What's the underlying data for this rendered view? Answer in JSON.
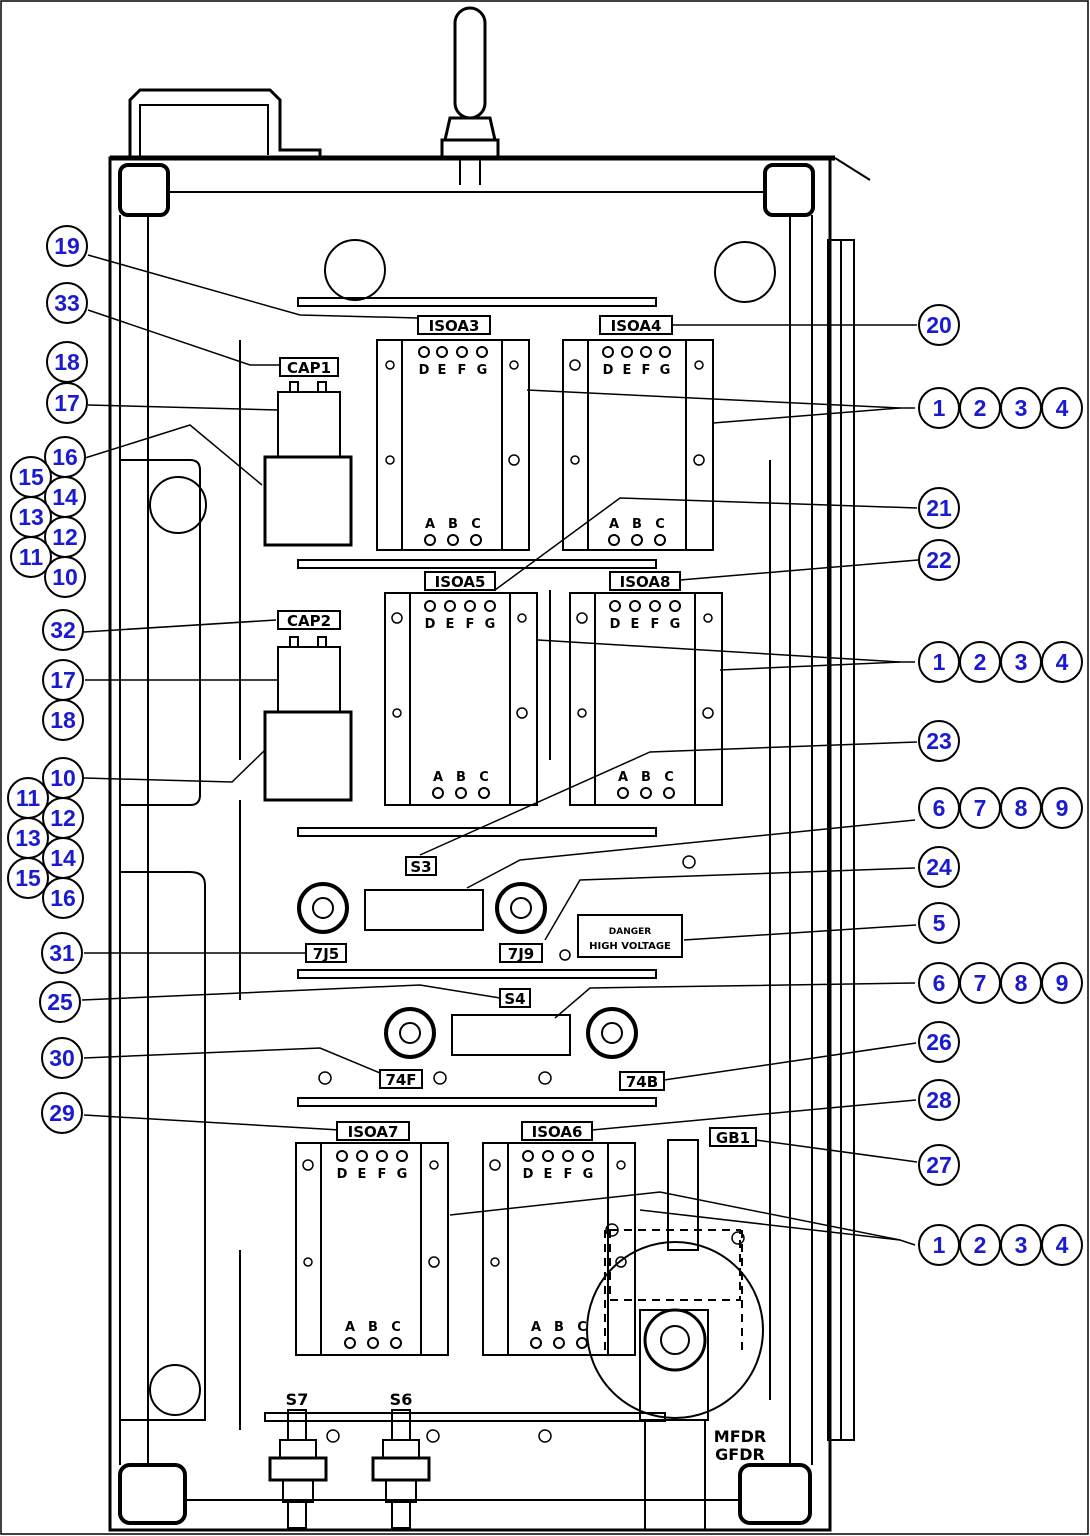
{
  "diagram": {
    "component_labels": {
      "isoa3": "ISOA3",
      "isoa4": "ISOA4",
      "isoa5": "ISOA5",
      "isoa6": "ISOA6",
      "isoa7": "ISOA7",
      "isoa8": "ISOA8",
      "cap1": "CAP1",
      "cap2": "CAP2",
      "s3": "S3",
      "s4": "S4",
      "7j5": "7J5",
      "7j9": "7J9",
      "74f": "74F",
      "74b": "74B",
      "gb1": "GB1",
      "s7": "S7",
      "s6": "S6",
      "mfdr": "MFDR",
      "gfdr": "GFDR",
      "warning_line1": "DANGER",
      "warning_line2": "HIGH VOLTAGE"
    },
    "terminals_top": [
      "D",
      "E",
      "F",
      "G"
    ],
    "terminals_bottom": [
      "A",
      "B",
      "C"
    ],
    "callouts": {
      "c19": "19",
      "c33": "33",
      "c18a": "18",
      "c17a": "17",
      "c16a": "16",
      "c15a": "15",
      "c14a": "14",
      "c13a": "13",
      "c12a": "12",
      "c11a": "11",
      "c10a": "10",
      "c32": "32",
      "c17b": "17",
      "c18b": "18",
      "c10b": "10",
      "c11b": "11",
      "c12b": "12",
      "c13b": "13",
      "c14b": "14",
      "c15b": "15",
      "c16b": "16",
      "c31": "31",
      "c25": "25",
      "c30": "30",
      "c29": "29",
      "c20": "20",
      "r1a": "1",
      "r2a": "2",
      "r3a": "3",
      "r4a": "4",
      "c21": "21",
      "c22": "22",
      "r1b": "1",
      "r2b": "2",
      "r3b": "3",
      "r4b": "4",
      "c23": "23",
      "r6a": "6",
      "r7a": "7",
      "r8a": "8",
      "r9a": "9",
      "c24": "24",
      "c5": "5",
      "r6b": "6",
      "r7b": "7",
      "r8b": "8",
      "r9b": "9",
      "c26": "26",
      "c28": "28",
      "c27": "27",
      "r1c": "1",
      "r2c": "2",
      "r3c": "3",
      "r4c": "4"
    }
  }
}
